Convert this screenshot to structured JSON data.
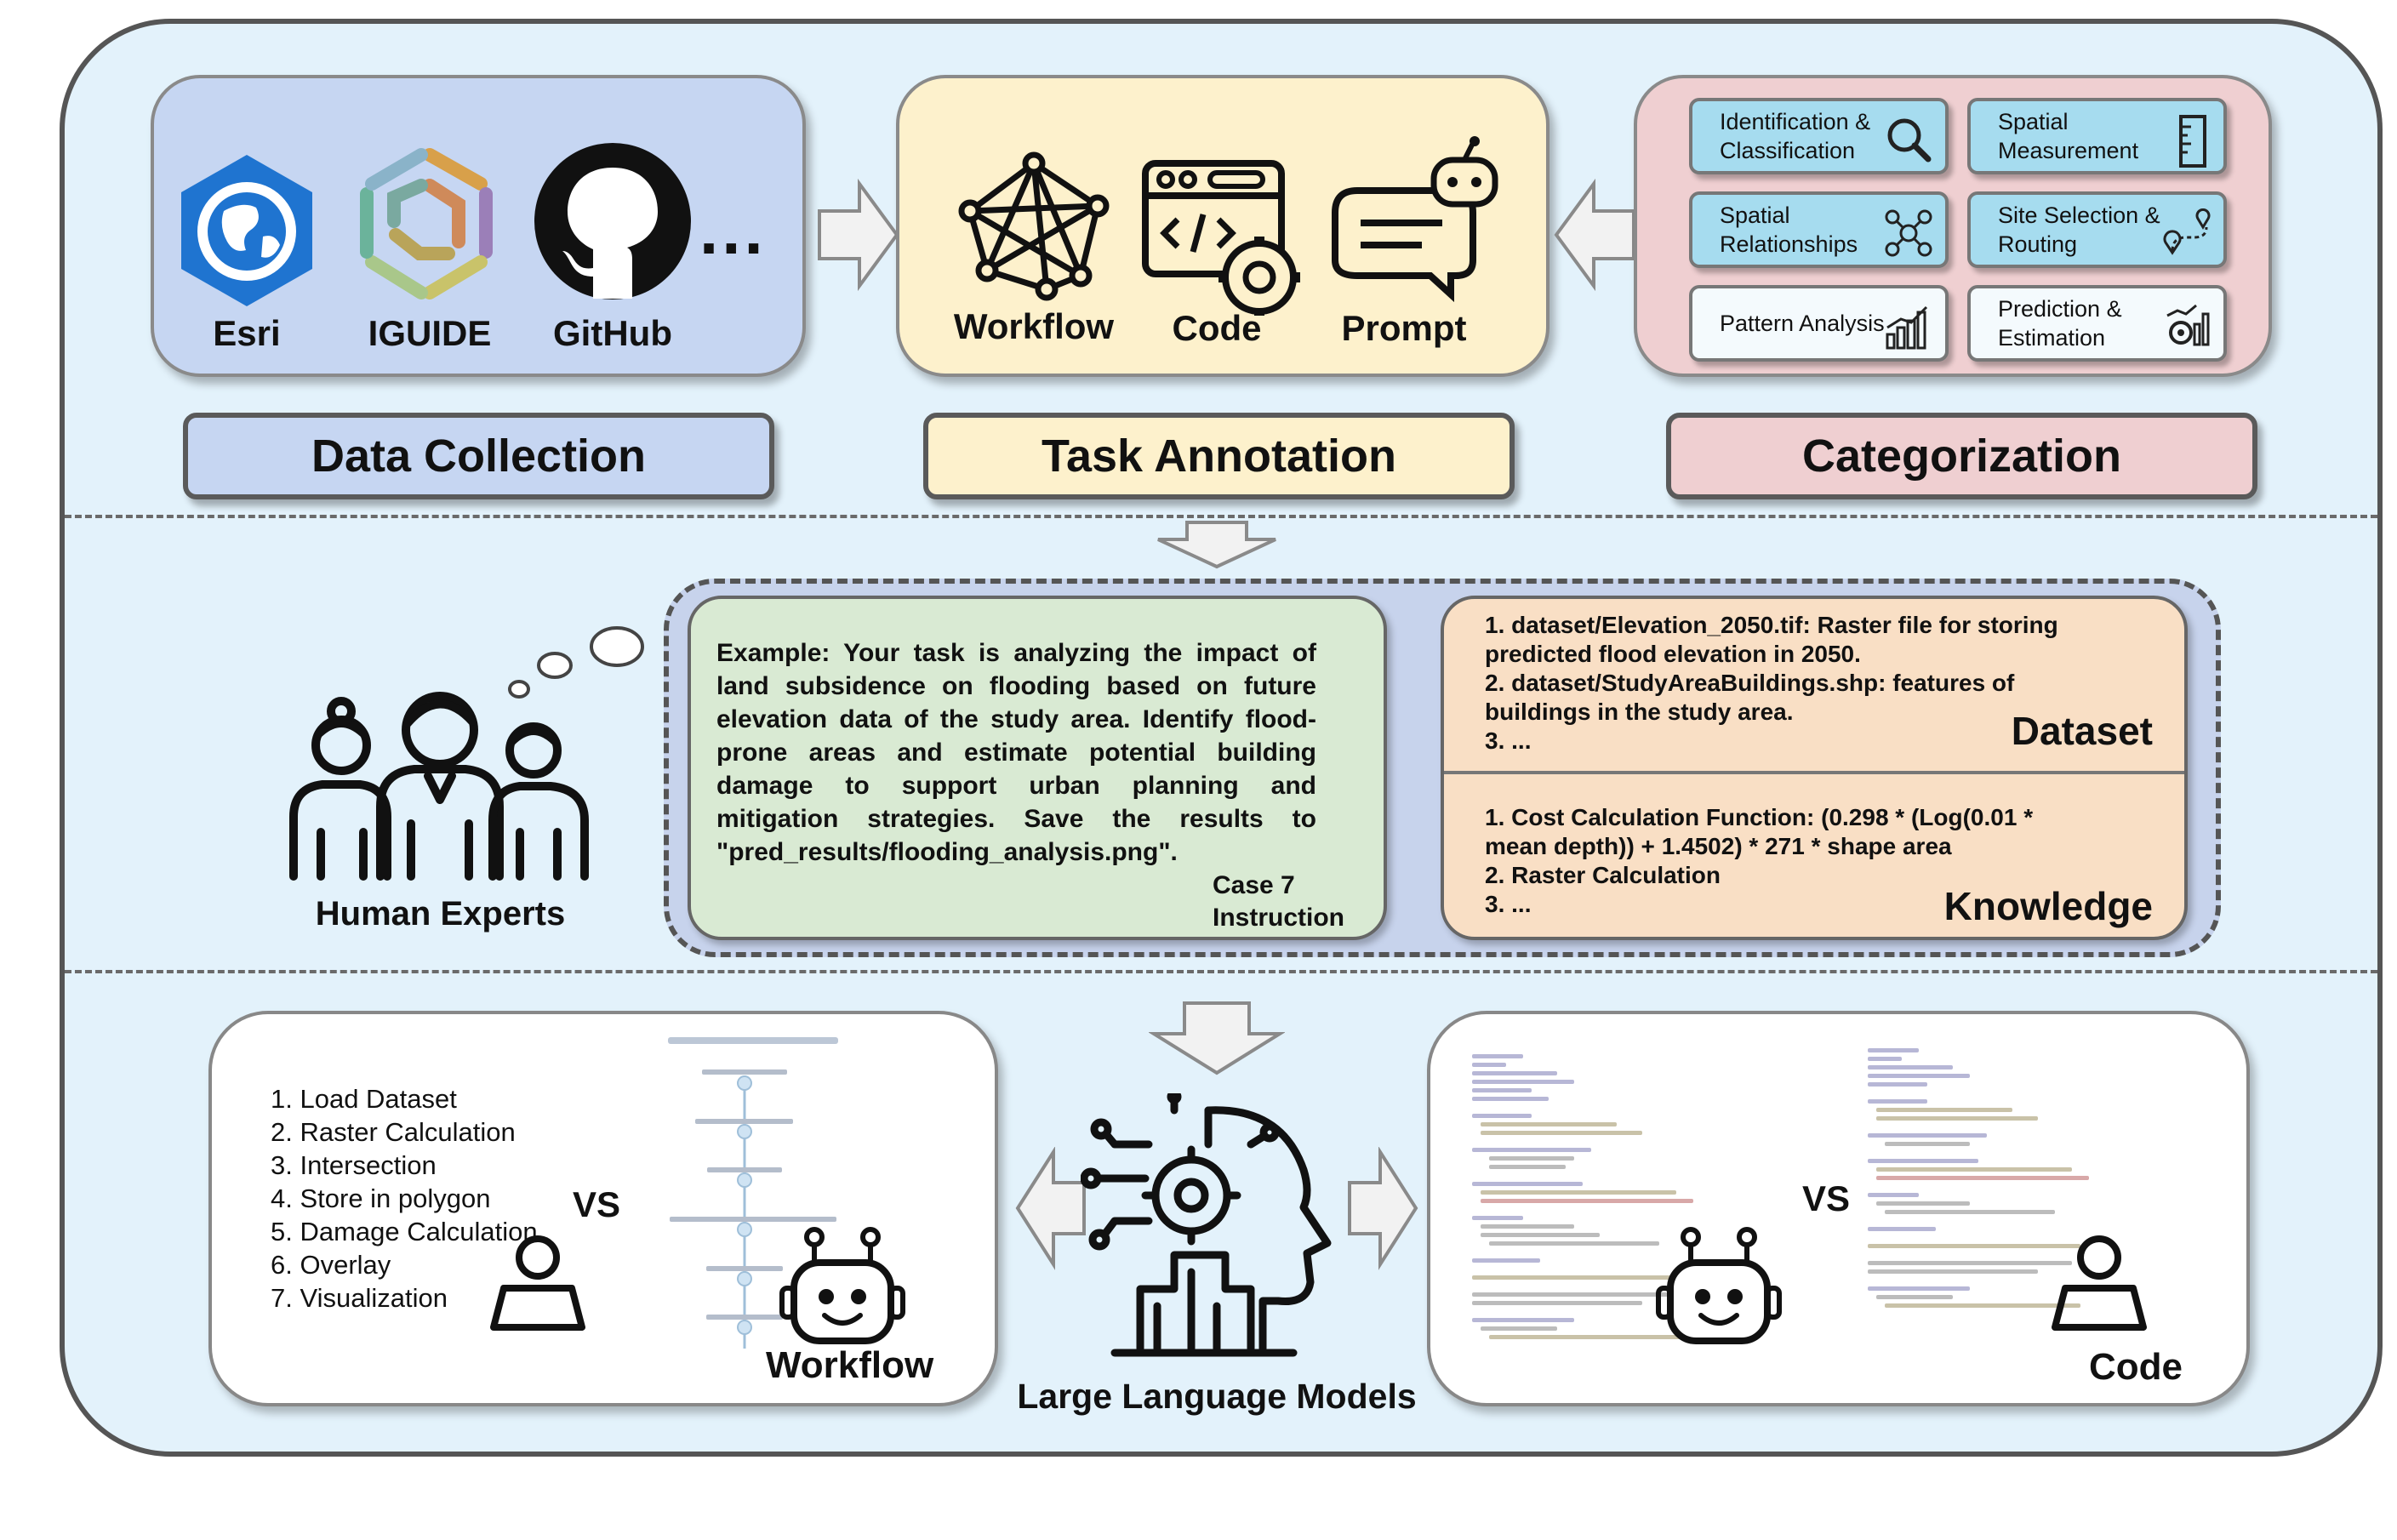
{
  "sources": {
    "esri_label": "Esri",
    "iguide_label": "IGUIDE",
    "github_label": "GitHub",
    "more_label": "..."
  },
  "annotation": {
    "workflow_label": "Workflow",
    "code_label": "Code",
    "prompt_label": "Prompt"
  },
  "categories": [
    {
      "line1": "Identification &",
      "line2": "Classification",
      "icon": "magnifier-icon"
    },
    {
      "line1": "Spatial",
      "line2": "Measurement",
      "icon": "ruler-icon"
    },
    {
      "line1": "Spatial",
      "line2": "Relationships",
      "icon": "network-icon"
    },
    {
      "line1": "Site Selection &",
      "line2": "Routing",
      "icon": "route-icon"
    },
    {
      "line1": "Pattern Analysis",
      "line2": "",
      "icon": "bar-chart-icon"
    },
    {
      "line1": "Prediction &",
      "line2": "Estimation",
      "icon": "gear-chart-icon"
    }
  ],
  "stage_labels": {
    "data_collection": "Data Collection",
    "task_annotation": "Task Annotation",
    "categorization": "Categorization"
  },
  "experts_label": "Human Experts",
  "instruction": {
    "text": "Example: Your task is analyzing the impact of land subsidence on flooding based on future elevation data of the study area. Identify flood-prone areas and estimate potential building damage to support urban planning and mitigation strategies. Save the results to \"pred_results/flooding_analysis.png\".",
    "case_label": "Case 7",
    "title": "Instruction"
  },
  "dataset": {
    "line1": "1. dataset/Elevation_2050.tif: Raster file for storing",
    "line2": "predicted flood elevation in 2050.",
    "line3": "2. dataset/StudyAreaBuildings.shp: features of",
    "line4": "buildings in the study area.",
    "line5": "3. ...",
    "title": "Dataset"
  },
  "knowledge": {
    "line1": "1. Cost Calculation Function: (0.298 * (Log(0.01 *",
    "line2": "mean depth)) + 1.4502) * 271 * shape area",
    "line3": "2. Raster Calculation",
    "line4": "3. ...",
    "title": "Knowledge"
  },
  "workflow_steps": [
    "1. Load Dataset",
    "2. Raster Calculation",
    "3. Intersection",
    "4. Store in polygon",
    "5. Damage Calculation",
    "6. Overlay",
    "7. Visualization"
  ],
  "vs_label": "VS",
  "workflow_panel_label": "Workflow",
  "code_panel_label": "Code",
  "llm_label": "Large Language Models",
  "colors": {
    "frame_bg": "#e3f2fb",
    "data_collection": "#c6d6f2",
    "task_annotation": "#fdf1cc",
    "categorization": "#efcfd1",
    "category_chip": "#a6dcef",
    "instruction_bg": "#d9ead3",
    "dataset_bg": "#f9dfc5",
    "esri_blue": "#1f74d0"
  }
}
